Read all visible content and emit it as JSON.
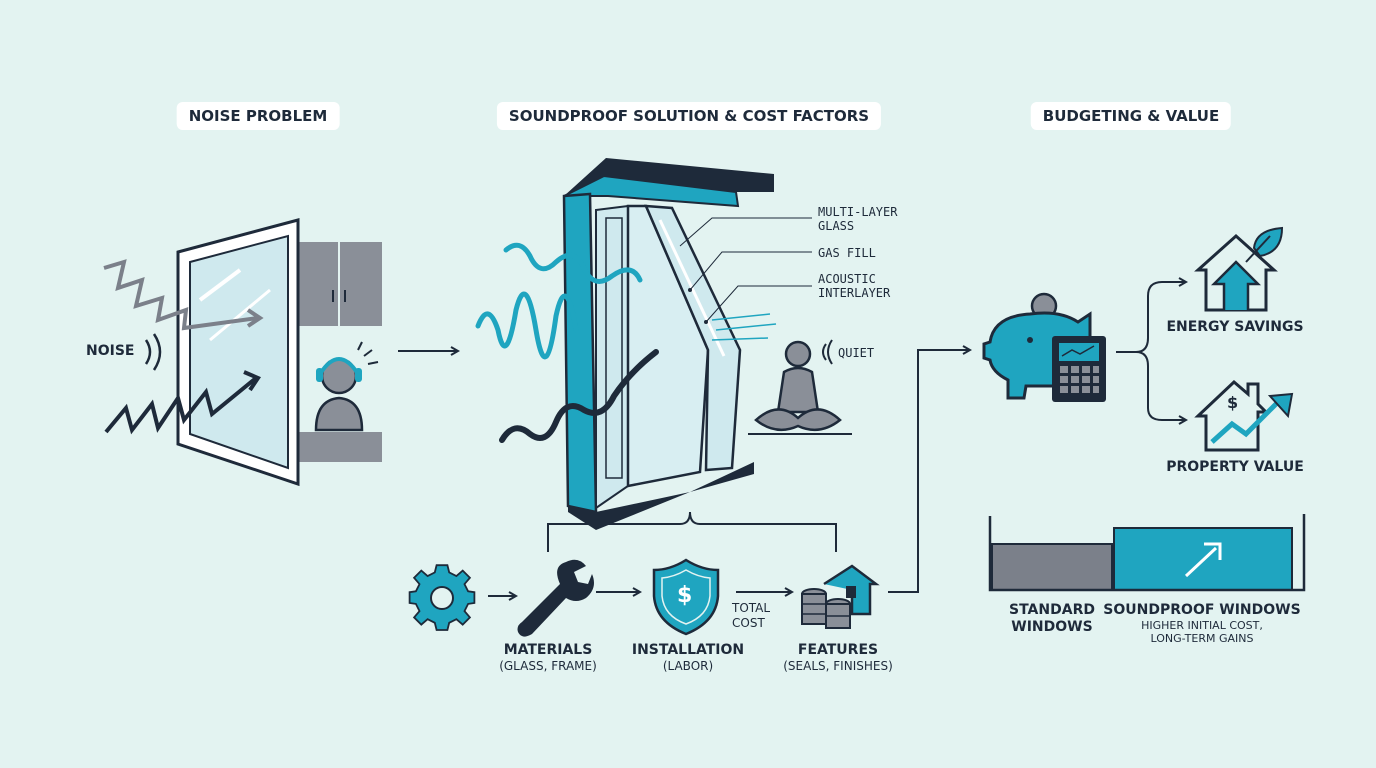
{
  "sections": {
    "noise_problem": "NOISE PROBLEM",
    "solution": "SOUNDPROOF SOLUTION & COST FACTORS",
    "budgeting": "BUDGETING & VALUE"
  },
  "noise_label": "NOISE",
  "quiet_label": "QUIET",
  "window_parts": {
    "multi_layer_1": "MULTI-LAYER",
    "multi_layer_2": "GLASS",
    "gas_fill": "GAS FILL",
    "acoustic_1": "ACOUSTIC",
    "acoustic_2": "INTERLAYER"
  },
  "cost_factors": {
    "materials": "MATERIALS",
    "materials_sub": "(GLASS, FRAME)",
    "installation": "INSTALLATION",
    "installation_sub": "(LABOR)",
    "total_1": "TOTAL",
    "total_2": "COST",
    "features": "FEATURES",
    "features_sub": "(SEALS, FINISHES)"
  },
  "value": {
    "energy": "ENERGY SAVINGS",
    "property": "PROPERTY VALUE",
    "dollar": "$"
  },
  "comparison": {
    "standard_1": "STANDARD",
    "standard_2": "WINDOWS",
    "soundproof": "SOUNDPROOF WINDOWS",
    "note_1": "HIGHER INITIAL COST,",
    "note_2": "LONG-TERM GAINS"
  },
  "colors": {
    "navy": "#1e2a3a",
    "teal": "#1fa5c0",
    "gray": "#7b808a",
    "glass": "#cfe9ee",
    "background": "#e3f3f1"
  }
}
